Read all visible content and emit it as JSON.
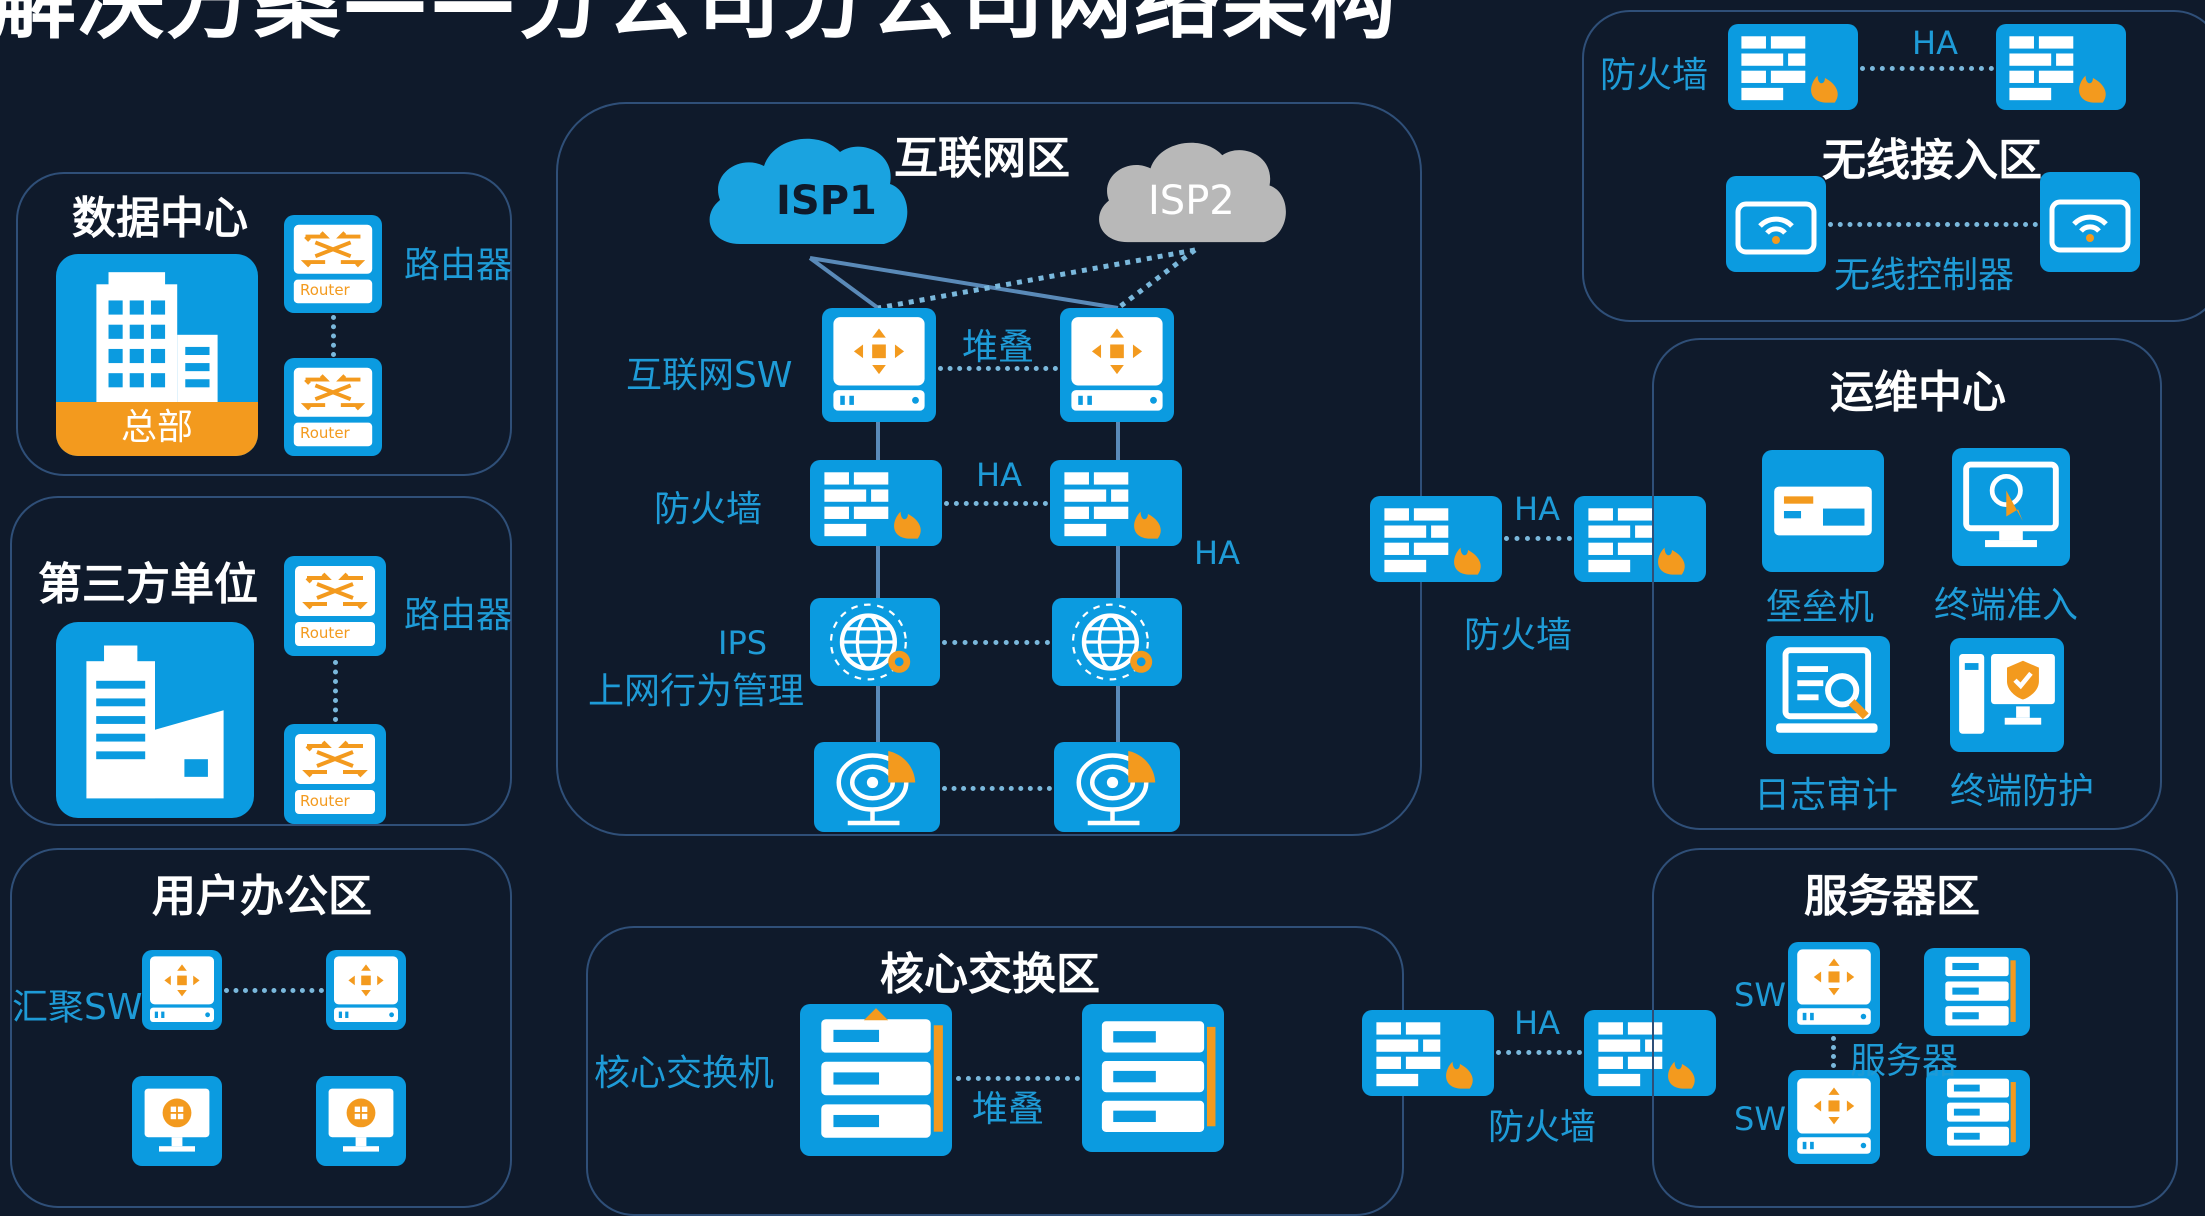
{
  "title": "解决方案——分公司分公司网络架构",
  "zones": {
    "datacenter": {
      "title": "数据中心",
      "router_label": "路由器",
      "hq_label": "总部"
    },
    "thirdparty": {
      "title": "第三方单位",
      "router_label": "路由器"
    },
    "office": {
      "title": "用户办公区",
      "agg_label": "汇聚SW"
    },
    "internet": {
      "title": "互联网区",
      "isp1": "ISP1",
      "isp2": "ISP2",
      "sw_label": "互联网SW",
      "stack": "堆叠",
      "fw_label": "防火墙",
      "ha1": "HA",
      "ha2": "HA",
      "ips_label": "IPS",
      "behavior_label": "上网行为管理"
    },
    "core": {
      "title": "核心交换区",
      "core_label": "核心交换机",
      "stack": "堆叠"
    },
    "wireless": {
      "title": "无线接入区",
      "fw_label": "防火墙",
      "ha": "HA",
      "ctrl_label": "无线控制器"
    },
    "ops": {
      "title": "运维中心",
      "bastion": "堡垒机",
      "nac": "终端准入",
      "audit": "日志审计",
      "endpoint": "终端防护"
    },
    "server": {
      "title": "服务器区",
      "sw1": "SW",
      "sw2": "SW",
      "server_label": "服务器"
    },
    "mid_fw": {
      "ha": "HA",
      "label": "防火墙"
    },
    "low_fw": {
      "ha": "HA",
      "label": "防火墙"
    }
  },
  "router_text": "Router",
  "colors": {
    "background": "#0f1a2b",
    "device": "#0b9be0",
    "accent": "#f39a1e",
    "label": "#1e9bd7",
    "border": "#2f4f78",
    "isp1": "#1aa3e0",
    "isp2": "#b8b8b8"
  }
}
